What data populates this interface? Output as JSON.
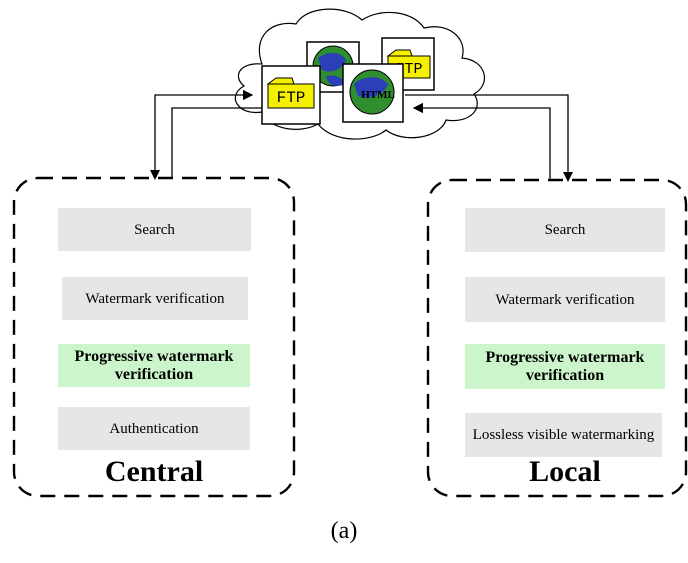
{
  "cloud": {
    "icons": [
      {
        "name": "ftp-folder-icon",
        "label": "FTP"
      },
      {
        "name": "ftp-folder-icon",
        "label": "FTP"
      },
      {
        "name": "html-globe-icon",
        "label": "HTML"
      },
      {
        "name": "html-globe-icon",
        "label": "HTML"
      }
    ]
  },
  "central": {
    "label": "Central",
    "items": [
      {
        "text": "Search"
      },
      {
        "text": "Watermark verification"
      },
      {
        "text": "Progressive watermark verification"
      },
      {
        "text": "Authentication"
      }
    ]
  },
  "local": {
    "label": "Local",
    "items": [
      {
        "text": "Search"
      },
      {
        "text": "Watermark verification"
      },
      {
        "text": "Progressive watermark verification"
      },
      {
        "text": "Lossless visible watermarking"
      }
    ]
  },
  "caption": "(a)",
  "colors": {
    "box_gray": "#e6e6e6",
    "box_highlight": "#ccf5cc",
    "icon_frame": "#ffffff",
    "folder_yellow": "#f5f000",
    "globe_green": "#2f8f2f",
    "globe_blue": "#2a3fb8"
  }
}
